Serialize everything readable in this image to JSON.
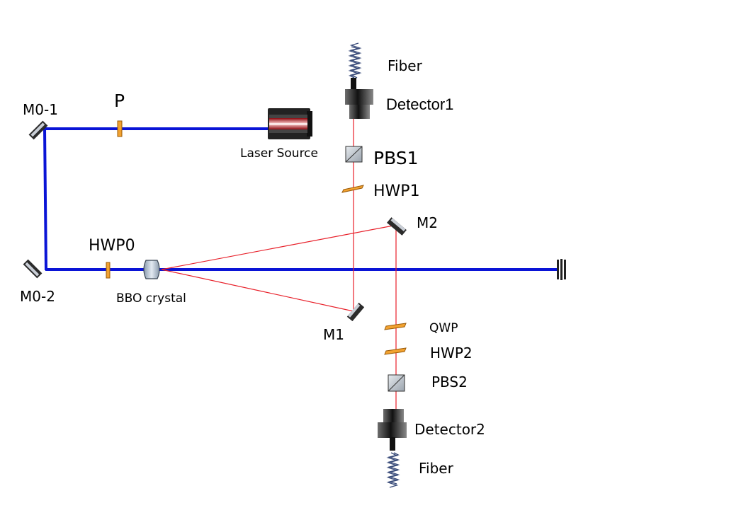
{
  "diagram": {
    "labels": {
      "fiber_top": "Fiber",
      "detector1": "Detector1",
      "pbs1": "PBS1",
      "hwp1": "HWP1",
      "m2": "M2",
      "m0_1": "M0-1",
      "p": "P",
      "laser_source": "Laser Source",
      "hwp0": "HWP0",
      "m0_2": "M0-2",
      "bbo_crystal": "BBO crystal",
      "m1": "M1",
      "qwp": "QWP",
      "hwp2": "HWP2",
      "pbs2": "PBS2",
      "detector2": "Detector2",
      "fiber_bottom": "Fiber"
    },
    "colors": {
      "pump_beam": "#0a14d6",
      "photon_path": "#e8202a",
      "waveplate": "#f2a230",
      "mirror_frame": "#2b2b2b",
      "mirror_face": "#c9ced6",
      "laser_stripe": "#c8141e"
    }
  }
}
